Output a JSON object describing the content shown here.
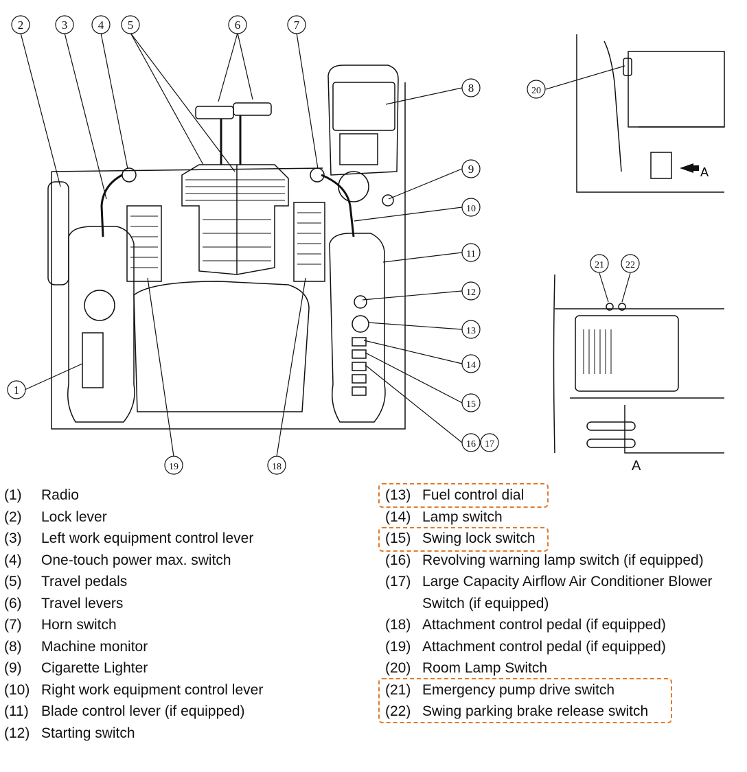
{
  "figure": {
    "callouts": [
      "2",
      "3",
      "4",
      "5",
      "6",
      "7",
      "8",
      "9",
      "10",
      "11",
      "12",
      "13",
      "14",
      "15",
      "16",
      "17",
      "18",
      "19",
      "1",
      "20",
      "21",
      "22"
    ],
    "view_label": "A",
    "arrow_label": "A"
  },
  "legend": {
    "left": [
      {
        "num": "(1)",
        "text": "Radio"
      },
      {
        "num": "(2)",
        "text": "Lock lever"
      },
      {
        "num": "(3)",
        "text": "Left work equipment control lever"
      },
      {
        "num": "(4)",
        "text": "One-touch power max. switch"
      },
      {
        "num": "(5)",
        "text": "Travel pedals"
      },
      {
        "num": "(6)",
        "text": "Travel levers"
      },
      {
        "num": "(7)",
        "text": "Horn switch"
      },
      {
        "num": "(8)",
        "text": "Machine monitor"
      },
      {
        "num": "(9)",
        "text": "Cigarette Lighter"
      },
      {
        "num": "(10)",
        "text": "Right work equipment control lever"
      },
      {
        "num": "(11)",
        "text": "Blade control lever (if equipped)"
      },
      {
        "num": "(12)",
        "text": "Starting switch"
      }
    ],
    "right": [
      {
        "num": "(13)",
        "text": "Fuel control dial",
        "highlight": true
      },
      {
        "num": "(14)",
        "text": "Lamp switch"
      },
      {
        "num": "(15)",
        "text": "Swing lock switch",
        "highlight": true
      },
      {
        "num": "(16)",
        "text": "Revolving warning lamp switch (if equipped)"
      },
      {
        "num": "(17)",
        "text": "Large Capacity Airflow Air Conditioner Blower"
      },
      {
        "num": "",
        "text": "Switch (if equipped)"
      },
      {
        "num": "(18)",
        "text": "Attachment control pedal (if equipped)"
      },
      {
        "num": "(19)",
        "text": "Attachment control pedal (if equipped)"
      },
      {
        "num": "(20)",
        "text": "Room Lamp Switch"
      },
      {
        "num": "(21)",
        "text": "Emergency pump drive switch",
        "highlight": true
      },
      {
        "num": "(22)",
        "text": "Swing parking brake release switch",
        "highlight": true
      }
    ]
  },
  "colors": {
    "highlight": "#e07b2e",
    "line": "#111111"
  }
}
